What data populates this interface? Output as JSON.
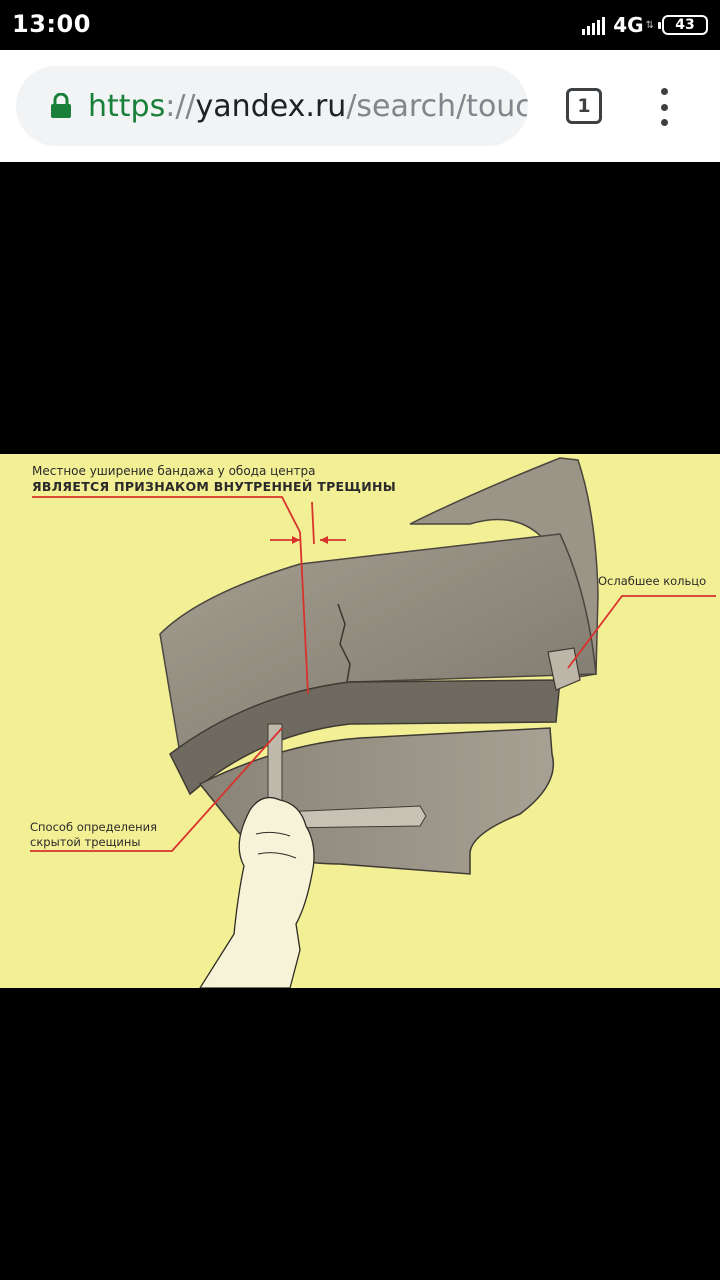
{
  "status_bar": {
    "time": "13:00",
    "network": "4G",
    "battery": "43"
  },
  "browser": {
    "url": {
      "scheme": "https",
      "separator": "://",
      "host": "yandex.ru",
      "path": "/search/touc"
    },
    "tab_count": "1"
  },
  "figure": {
    "annotations": {
      "top_line1": "Местное уширение бандажа у обода центра",
      "top_line2": "ЯВЛЯЕТСЯ ПРИЗНАКОМ ВНУТРЕННЕЙ ТРЕЩИНЫ",
      "right": "Ослабшее кольцо",
      "left_line1": "Способ определения",
      "left_line2": "скрытой трещины"
    },
    "colors": {
      "background": "#f3ef95",
      "leader_line": "#d8322c",
      "metal": "#8c867a"
    }
  }
}
